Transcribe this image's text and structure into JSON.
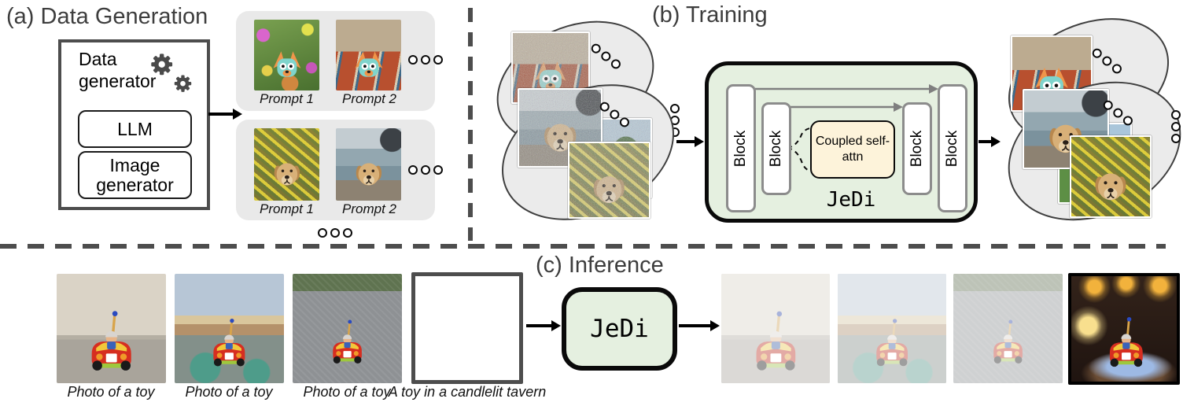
{
  "panel_a": {
    "title": "(a) Data Generation",
    "generator_box": {
      "label": "Data generator",
      "modules": [
        {
          "label": "LLM"
        },
        {
          "label": "Image generator"
        }
      ]
    },
    "cards": [
      {
        "images": [
          "teal-toy-dog-in-flower-garden",
          "teal-toy-dog-on-rug-indoors"
        ],
        "captions": [
          "Prompt 1",
          "Prompt 2"
        ]
      },
      {
        "images": [
          "golden-retriever-in-yellow-flowers",
          "golden-retriever-on-rocky-coast"
        ],
        "captions": [
          "Prompt 1",
          "Prompt 2"
        ]
      }
    ]
  },
  "panel_b": {
    "title": "(b) Training",
    "input_stacks": [
      "noisy-toy-dog-image-set",
      "noisy-golden-retriever-image-set"
    ],
    "model": {
      "name": "JeDi",
      "blocks": [
        "Block",
        "Block",
        "Block",
        "Block"
      ],
      "attention_label": "Coupled self-attn"
    },
    "output_stacks": [
      "denoised-toy-dog-image-set",
      "denoised-golden-retriever-image-set"
    ]
  },
  "panel_c": {
    "title": "(c) Inference",
    "model_label": "JeDi",
    "inputs": [
      {
        "image": "toy-car-on-carpet",
        "caption": "Photo of a toy"
      },
      {
        "image": "toy-car-outdoors-at-sunset",
        "caption": "Photo of a toy"
      },
      {
        "image": "toy-car-on-asphalt",
        "caption": "Photo of a toy"
      },
      {
        "image": "blank-white-square",
        "caption": "A toy in a candlelit tavern"
      }
    ],
    "outputs": [
      "faded-toy-car-on-carpet",
      "faded-toy-car-outdoors-at-sunset",
      "faded-toy-car-on-asphalt",
      "toy-car-in-candlelit-tavern"
    ]
  },
  "colors": {
    "model_fill_green": "#e5f0e0",
    "attn_fill_cream": "#fdf3da",
    "card_gray": "#e9e9e9",
    "ellipse_gray": "#ebebeb",
    "dark_border": "#4d4d4d",
    "skip_arrow_gray": "#7f7f7f"
  },
  "icons": {
    "gears": "two-gear-cogs",
    "more_dots": "three-circle-ellipsis"
  }
}
